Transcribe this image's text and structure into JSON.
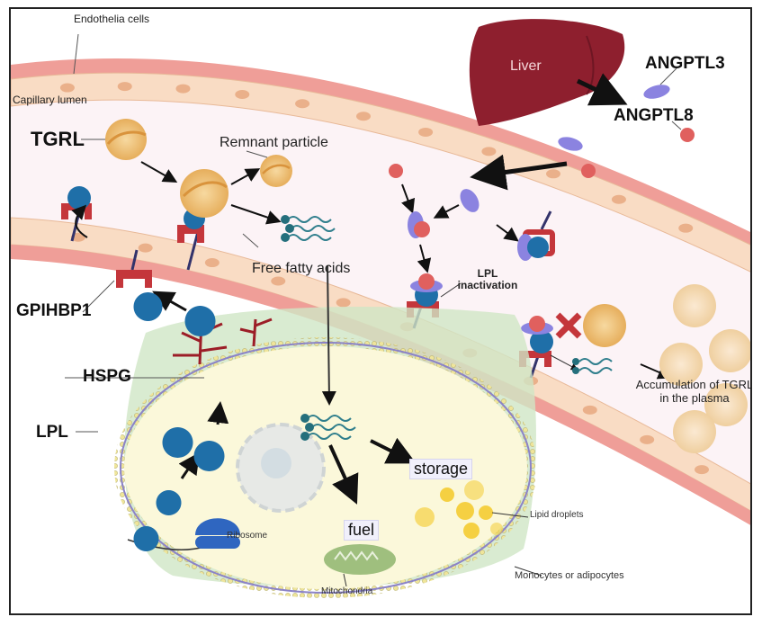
{
  "figure": {
    "title": "LPL regulation by ANGPTL3/ANGPTL8 and TGRL metabolism",
    "labels": {
      "endothelia_cells": "Endothelia cells",
      "capillary_lumen": "Capillary lumen",
      "tgrl": "TGRL",
      "remnant_particle": "Remnant particle",
      "free_fatty_acids": "Free fatty acids",
      "liver": "Liver",
      "angptl3": "ANGPTL3",
      "angptl8": "ANGPTL8",
      "lpl_inactivation": "LPL inactivation",
      "gpihbp1": "GPIHBP1",
      "hspg": "HSPG",
      "lpl": "LPL",
      "ribosome": "Ribosome",
      "fuel": "fuel",
      "storage": "storage",
      "lipid_droplets": "Lipid droplets",
      "mitochondria": "Mitochondria",
      "monocytes_or_adipocytes": "Monocytes or adipocytes",
      "accumulation": "Accumulation of TGRL in the plasma"
    },
    "colors": {
      "vessel_wall": "#f0a8a2",
      "endothelial_cell": "#f9dcc4",
      "lumen": "#fcf3f6",
      "liver": "#8e1f2e",
      "angptl3": "#8b83e0",
      "angptl8": "#e0605e",
      "lpl": "#1f6fa8",
      "gpihbp1": "#c4363b",
      "tgrl": "#eec07a",
      "cell_body": "#fbf8da",
      "cell_matrix": "#cfe6c6",
      "lipid_droplet": "#f5d042",
      "mitochondria": "#9fbf7e",
      "ribosome": "#2f66c0"
    }
  }
}
